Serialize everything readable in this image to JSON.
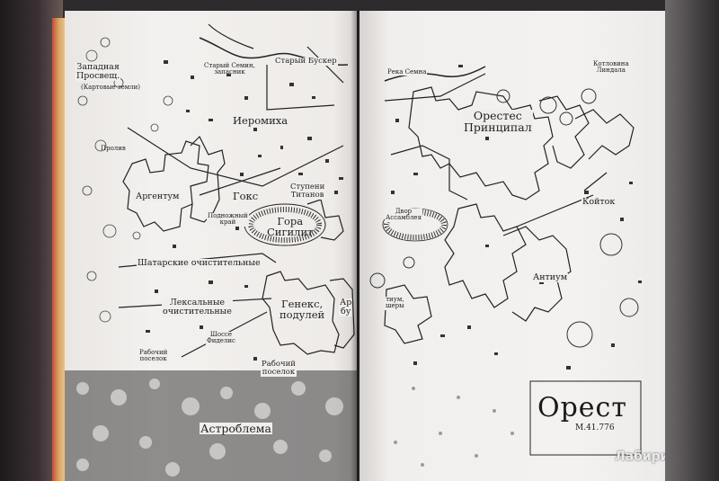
{
  "left_page": {
    "labels": {
      "zapadnaya": "Западная\nПросвещ.",
      "kartovye": "(Картовые земли)",
      "staryi_busker": "Старый Бускер",
      "staryi_semin": "Старый Семин,\nзапасник",
      "ieromikha": "Иеромиха",
      "proliv": "Пролив",
      "argentum": "Аргентум",
      "goks": "Гокс",
      "stupeni": "Ступени\nТитанов",
      "podnaryi": "Подножный\nкрай",
      "gora": "Гора\nСигилит",
      "shatar": "Шатарские очистительные",
      "leksal": "Лексальные\nочистительные",
      "geneks": "Генекс,\nподулей",
      "ar_bu": "Ар\nбу",
      "shosse": "Шоссе\nФиделис",
      "rabochiy_left": "Рабочий\nпоселок",
      "rabochiy_mid": "Рабочий\nпоселок",
      "astroblema": "Астроблема"
    }
  },
  "right_page": {
    "labels": {
      "reka": "Река Семна",
      "kotlovina": "Котловина\nЛиндала",
      "orestes": "Орестес\nПринципал",
      "koytok": "Койток",
      "dvor": "Двор\nАссамблея",
      "antium": "Антиум",
      "tium": "тиум,\nшеры"
    },
    "title": "Орест",
    "code": "M.41.776"
  },
  "watermark": "Лабиринт",
  "colors": {
    "paper": "#f0eeec",
    "ink": "#1e1e1e",
    "cover": "#c04d3a"
  }
}
